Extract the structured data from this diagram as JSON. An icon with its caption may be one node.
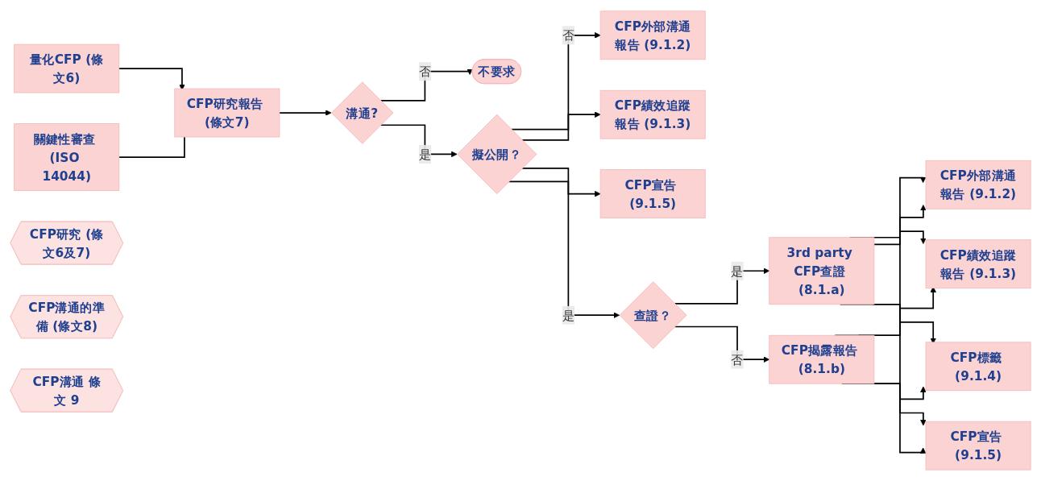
{
  "diagram": {
    "nodes": [
      {
        "text": [
          "量化CFP (條文6)"
        ]
      },
      {
        "text": [
          "CFP研究報告 (條文7)"
        ]
      },
      {
        "text": [
          "關鍵性審查 (ISO 14044)"
        ]
      },
      {
        "text": [
          "不要求"
        ]
      },
      {
        "text": [
          "溝通?"
        ]
      },
      {
        "text": [
          "擬公開？"
        ]
      },
      {
        "text": [
          "CFP外部溝通報告 (9.1.2)"
        ]
      },
      {
        "text": [
          "CFP績效追蹤報告 (9.1.3)"
        ]
      },
      {
        "text": [
          "CFP宣告 (9.1.5)"
        ]
      },
      {
        "text": [
          "查證？"
        ]
      },
      {
        "text": [
          "3rd party CFP查證 (8.1.a)"
        ]
      },
      {
        "text": [
          "CFP揭露報告 (8.1.b)"
        ]
      },
      {
        "text": [
          "CFP外部溝通報告 (9.1.2)"
        ]
      },
      {
        "text": [
          "CFP績效追蹤報告 (9.1.3)"
        ]
      },
      {
        "text": [
          "CFP標籤 (9.1.4)"
        ]
      },
      {
        "text": [
          "CFP宣告 (9.1.5)"
        ]
      },
      {
        "text": [
          "CFP研究 (條文6及7)"
        ]
      },
      {
        "text": [
          "CFP溝通的準備 (條文8)"
        ]
      },
      {
        "text": [
          "CFP溝通 條文 9"
        ]
      }
    ],
    "edges": [
      {
        "from": 0,
        "to": 1,
        "arrow": "to"
      },
      {
        "from": 2,
        "to": 1,
        "arrow": "none"
      },
      {
        "from": 1,
        "to": 4,
        "arrow": "to"
      },
      {
        "from": 4,
        "to": 3,
        "arrow": "to",
        "label": "否"
      },
      {
        "from": 4,
        "to": 5,
        "arrow": "to",
        "label": "是"
      },
      {
        "from": 5,
        "to": 6,
        "arrow": "to",
        "label": "否"
      },
      {
        "from": 5,
        "to": 7,
        "arrow": "to"
      },
      {
        "from": 5,
        "to": 8,
        "arrow": "to"
      },
      {
        "from": 5,
        "to": 9,
        "arrow": "to",
        "label": "是"
      },
      {
        "from": 9,
        "to": 10,
        "arrow": "to",
        "label": "是"
      },
      {
        "from": 9,
        "to": 11,
        "arrow": "to",
        "label": "否"
      },
      {
        "from": 10,
        "to": 12,
        "arrow": "to"
      },
      {
        "from": 10,
        "to": 13,
        "arrow": "to"
      },
      {
        "from": 10,
        "to": 14,
        "arrow": "to"
      },
      {
        "from": 10,
        "to": 15,
        "arrow": "to"
      },
      {
        "from": 11,
        "to": 12,
        "arrow": "to"
      },
      {
        "from": 11,
        "to": 13,
        "arrow": "to"
      },
      {
        "from": 11,
        "to": 14,
        "arrow": "to"
      },
      {
        "from": 11,
        "to": 15,
        "arrow": "to"
      }
    ]
  }
}
